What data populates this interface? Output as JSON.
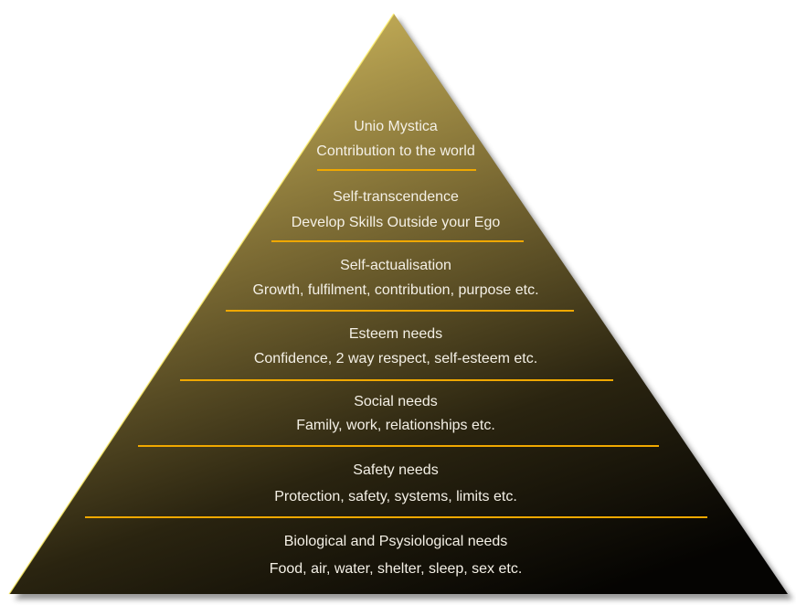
{
  "levels": [
    {
      "title": "Unio Mystica",
      "description": "Contribution to the world"
    },
    {
      "title": "Self-transcendence",
      "description": "Develop Skills Outside your Ego"
    },
    {
      "title": "Self-actualisation",
      "description": "Growth, fulfilment, contribution, purpose etc."
    },
    {
      "title": "Esteem needs",
      "description": "Confidence, 2 way respect, self-esteem etc."
    },
    {
      "title": "Social needs",
      "description": "Family, work, relationships etc."
    },
    {
      "title": "Safety needs",
      "description": "Protection, safety, systems, limits etc."
    },
    {
      "title": "Biological and Psysiological needs",
      "description": "Food, air, water, shelter, sleep, sex etc."
    }
  ],
  "colors": {
    "top": "#c8b25a",
    "bottom": "#0a0804",
    "divider": "#f0a800",
    "highlight": "#fff06a"
  }
}
